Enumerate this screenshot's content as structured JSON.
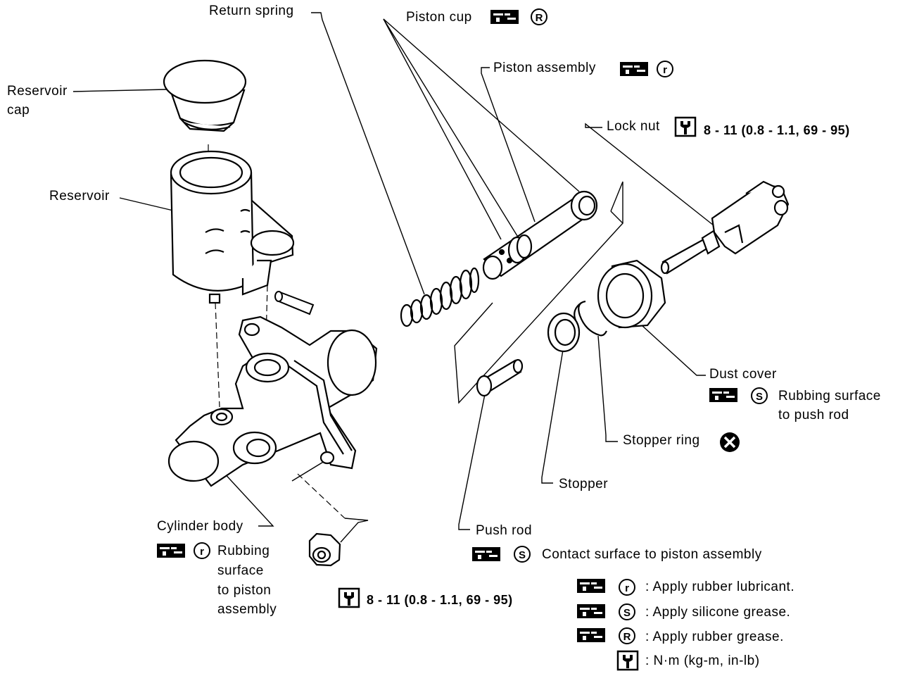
{
  "labels": {
    "return_spring": "Return spring",
    "piston_cup": "Piston cup",
    "piston_assembly": "Piston assembly",
    "lock_nut": "Lock nut",
    "lock_nut_torque": "8 - 11 (0.8 - 1.1, 69 - 95)",
    "reservoir_cap_line1": "Reservoir",
    "reservoir_cap_line2": "cap",
    "reservoir": "Reservoir",
    "dust_cover": "Dust cover",
    "dust_cover_note_line1": "Rubbing surface",
    "dust_cover_note_line2": "to push rod",
    "stopper_ring": "Stopper ring",
    "stopper": "Stopper",
    "push_rod": "Push rod",
    "push_rod_note": "Contact surface to piston assembly",
    "cylinder_body": "Cylinder body",
    "cylinder_note_line1": "Rubbing",
    "cylinder_note_line2": "surface",
    "cylinder_note_line3": "to piston",
    "cylinder_note_line4": "assembly",
    "bottom_torque": "8 - 11 (0.8 - 1.1, 69 - 95)"
  },
  "legend": {
    "rubber_lubricant": ": Apply rubber lubricant.",
    "silicone_grease": ": Apply silicone grease.",
    "rubber_grease": ": Apply rubber grease.",
    "torque_unit": ": N·m (kg-m, in-lb)"
  },
  "symbols": {
    "r_small": "r",
    "s": "S",
    "r_capital": "R",
    "replace": "×"
  },
  "icons": [
    "grease-gun-icon",
    "rubber-lubricant-icon",
    "silicone-grease-icon",
    "rubber-grease-icon",
    "torque-wrench-icon",
    "replace-part-icon"
  ]
}
